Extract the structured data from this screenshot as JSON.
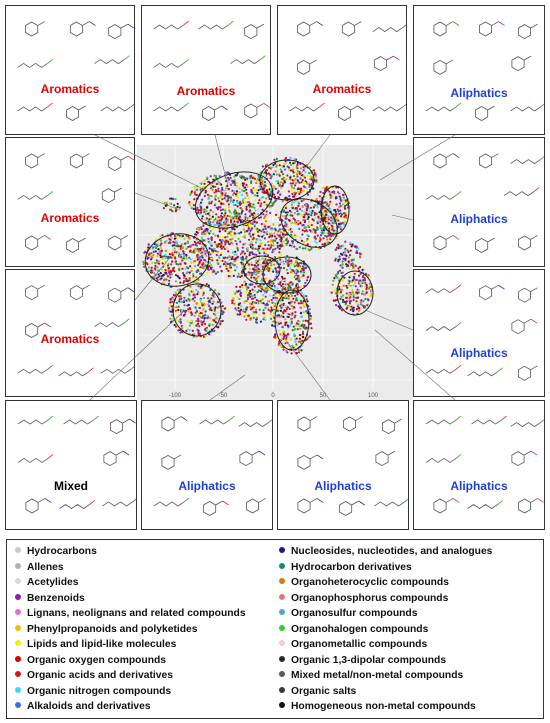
{
  "panels": [
    {
      "id": "p1",
      "label": "Aromatics",
      "color": "#e00000"
    },
    {
      "id": "p2",
      "label": "Aromatics",
      "color": "#e00000"
    },
    {
      "id": "p3",
      "label": "Aromatics",
      "color": "#e00000"
    },
    {
      "id": "p4",
      "label": "Aliphatics",
      "color": "#1f3fd6"
    },
    {
      "id": "p5",
      "label": "Aromatics",
      "color": "#e00000"
    },
    {
      "id": "p6",
      "label": "Aliphatics",
      "color": "#1f3fd6"
    },
    {
      "id": "p7",
      "label": "Aromatics",
      "color": "#e00000"
    },
    {
      "id": "p8",
      "label": "Aliphatics",
      "color": "#1f3fd6"
    },
    {
      "id": "p9",
      "label": "Mixed",
      "color": "#000000"
    },
    {
      "id": "p10",
      "label": "Aliphatics",
      "color": "#1f3fd6"
    },
    {
      "id": "p11",
      "label": "Aliphatics",
      "color": "#1f3fd6"
    },
    {
      "id": "p12",
      "label": "Aliphatics",
      "color": "#1f3fd6"
    }
  ],
  "axis": {
    "ticks": [
      "-100",
      "-50",
      "0",
      "50",
      "100"
    ]
  },
  "legend": {
    "left": [
      {
        "label": "Hydrocarbons",
        "color": "#c8c8c8"
      },
      {
        "label": "Allenes",
        "color": "#b0b0b0"
      },
      {
        "label": "Acetylides",
        "color": "#d8d8d8"
      },
      {
        "label": "Benzenoids",
        "color": "#8b1fa8"
      },
      {
        "label": "Lignans, neolignans and related compounds",
        "color": "#e06fd0"
      },
      {
        "label": "Phenylpropanoids and polyketides",
        "color": "#f2c200"
      },
      {
        "label": "Lipids and lipid-like molecules",
        "color": "#f5f000"
      },
      {
        "label": "Organic oxygen compounds",
        "color": "#d40000"
      },
      {
        "label": "Organic acids and derivatives",
        "color": "#c81e1e"
      },
      {
        "label": "Organic nitrogen compounds",
        "color": "#40d8f0"
      },
      {
        "label": "Alkaloids and derivatives",
        "color": "#3a6fd8"
      }
    ],
    "right": [
      {
        "label": "Nucleosides, nucleotides, and analogues",
        "color": "#1a1a8c"
      },
      {
        "label": "Hydrocarbon derivatives",
        "color": "#138f5a"
      },
      {
        "label": "Organoheterocyclic compounds",
        "color": "#d87a10"
      },
      {
        "label": "Organophosphorus compounds",
        "color": "#e87878"
      },
      {
        "label": "Organosulfur compounds",
        "color": "#5aa0e0"
      },
      {
        "label": "Organohalogen compounds",
        "color": "#3ac83a"
      },
      {
        "label": "Organometallic compounds",
        "color": "#f0c8f0"
      },
      {
        "label": "Organic 1,3-dipolar compounds",
        "color": "#2a2a2a"
      },
      {
        "label": "Mixed metal/non-metal compounds",
        "color": "#5a5a5a"
      },
      {
        "label": "Organic salts",
        "color": "#3a3a3a"
      },
      {
        "label": "Homogeneous non-metal compounds",
        "color": "#111111"
      }
    ]
  }
}
